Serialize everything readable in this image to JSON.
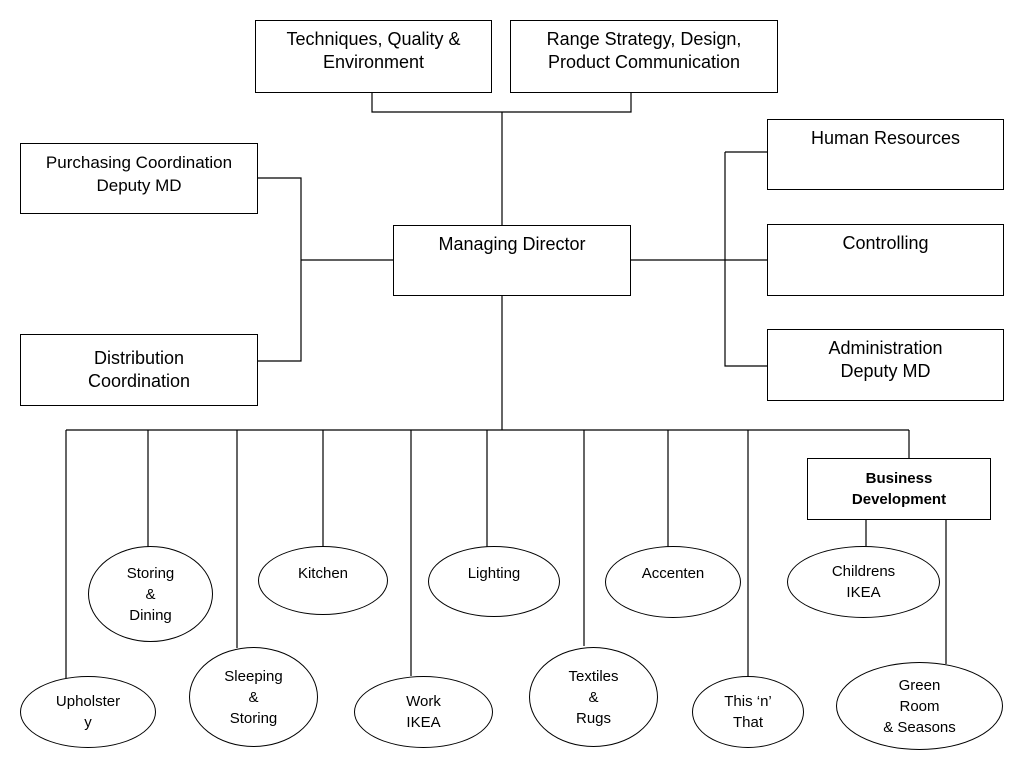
{
  "top_boxes": {
    "techniques": [
      "Techniques, Quality &",
      "Environment"
    ],
    "range": [
      "Range Strategy, Design,",
      "Product Communication"
    ]
  },
  "left_boxes": {
    "purchasing": [
      "Purchasing Coordination",
      "Deputy MD"
    ],
    "distribution": [
      "Distribution",
      "Coordination"
    ]
  },
  "center": {
    "managing_director": "Managing Director"
  },
  "right_boxes": {
    "human_resources": "Human Resources",
    "controlling": "Controlling",
    "administration": [
      "Administration",
      "Deputy MD"
    ]
  },
  "business_development": [
    "Business",
    "Development"
  ],
  "units": {
    "upholstery": [
      "Upholster",
      "y"
    ],
    "storing_dining": [
      "Storing",
      "&",
      "Dining"
    ],
    "sleeping_storing": [
      "Sleeping",
      "&",
      "Storing"
    ],
    "kitchen": "Kitchen",
    "work_ikea": [
      "Work",
      "IKEA"
    ],
    "lighting": "Lighting",
    "textiles_rugs": [
      "Textiles",
      "&",
      "Rugs"
    ],
    "accenten": "Accenten",
    "this_n_that": [
      "This ‘n’",
      "That"
    ],
    "childrens_ikea": [
      "Childrens",
      "IKEA"
    ],
    "green_room": [
      "Green",
      "Room",
      "& Seasons"
    ]
  }
}
